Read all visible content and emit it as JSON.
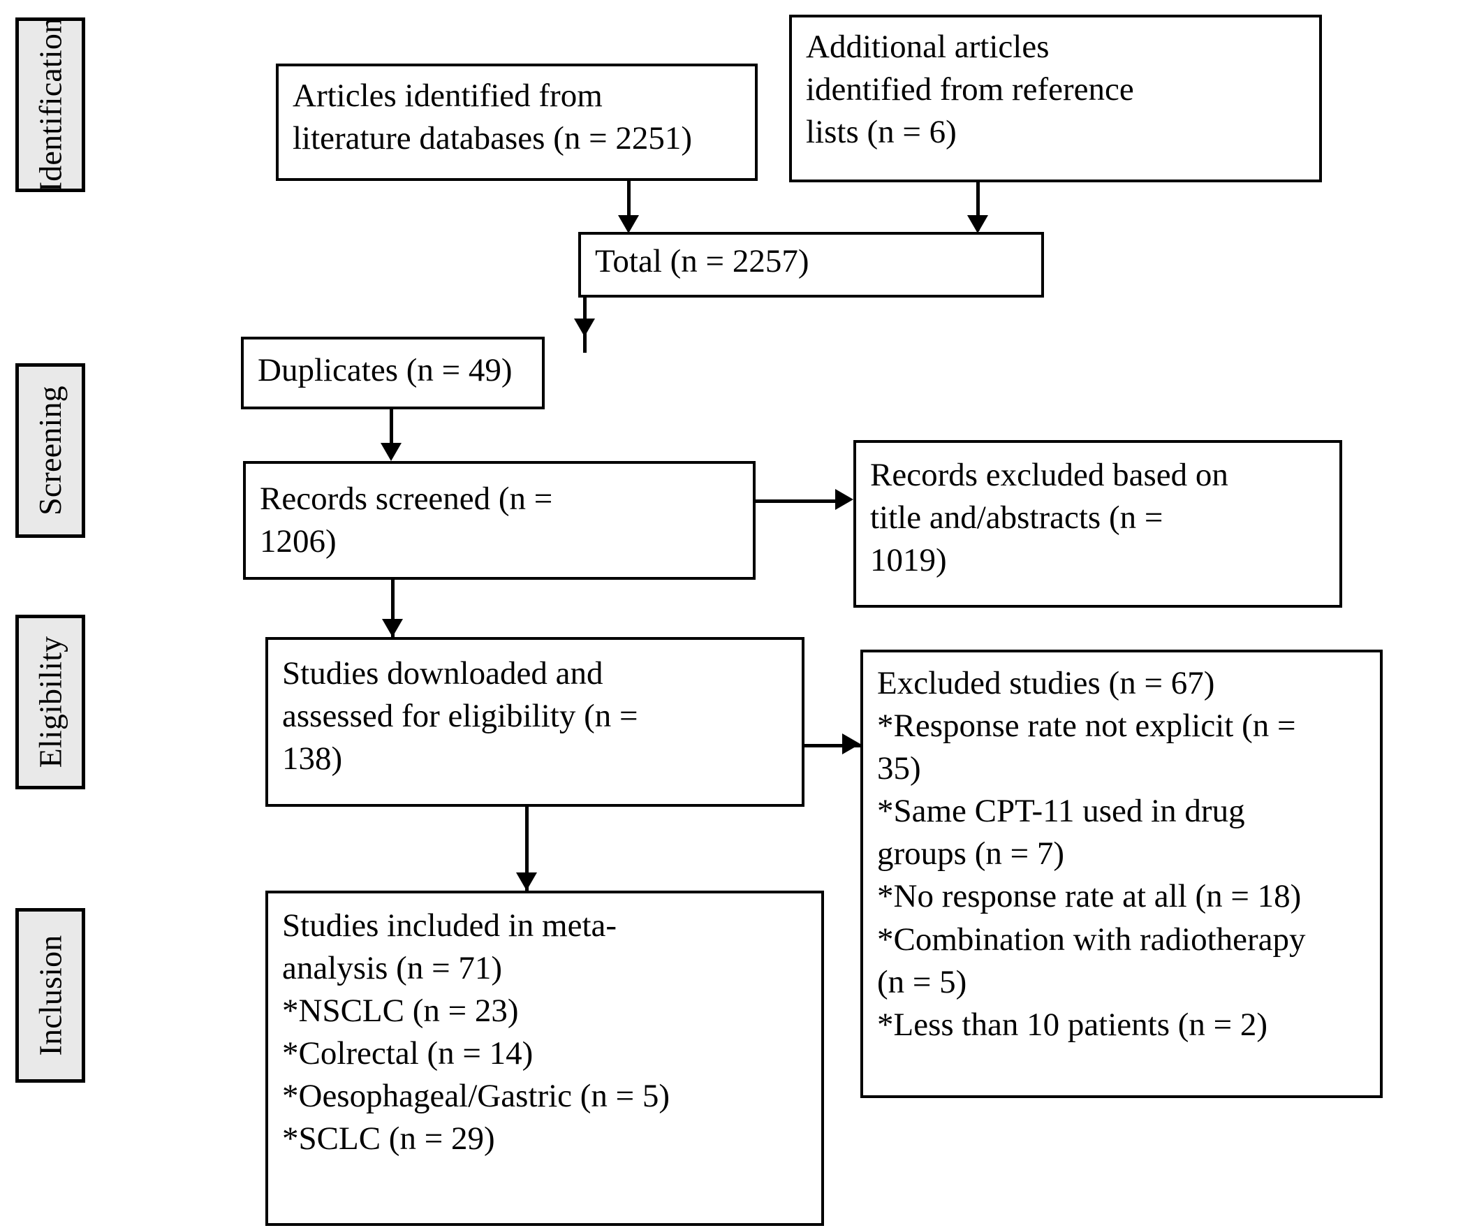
{
  "diagram": {
    "title": "PRISMA study selection flow diagram",
    "stages": [
      {
        "id": "identification",
        "label": "Identification"
      },
      {
        "id": "screening",
        "label": "Screening"
      },
      {
        "id": "eligibility",
        "label": "Eligibility"
      },
      {
        "id": "inclusion",
        "label": "Inclusion"
      }
    ],
    "nodes": {
      "articles_identified": {
        "lines": [
          "Articles identified from",
          "literature databases (n = 2251)"
        ]
      },
      "additional_articles": {
        "lines": [
          "Additional articles",
          "identified from reference",
          "lists (n = 6)"
        ]
      },
      "total": {
        "lines": [
          "Total (n = 2257)"
        ]
      },
      "duplicates": {
        "lines": [
          "Duplicates (n = 49)"
        ]
      },
      "records_screened": {
        "lines": [
          "Records screened (n =",
          "1206)"
        ]
      },
      "records_excluded": {
        "lines": [
          "Records excluded based on",
          "title and/abstracts (n =",
          "1019)"
        ]
      },
      "studies_downloaded": {
        "lines": [
          "Studies downloaded and",
          "assessed for eligibility (n =",
          "138)"
        ]
      },
      "excluded_studies": {
        "lines": [
          "Excluded studies (n = 67)",
          "*Response rate not explicit (n =",
          "35)",
          "*Same CPT-11 used in drug",
          "groups (n = 7)",
          "*No response rate at all (n = 18)",
          "*Combination with radiotherapy",
          "(n = 5)",
          "*Less than 10 patients (n = 2)"
        ]
      },
      "studies_included": {
        "lines": [
          "Studies included in meta-",
          "analysis (n = 71)",
          "*NSCLC (n = 23)",
          "*Colrectal (n = 14)",
          "*Oesophageal/Gastric (n = 5)",
          "*SCLC (n = 29)"
        ]
      }
    },
    "counts": {
      "articles_from_databases": 2251,
      "additional_from_reference_lists": 6,
      "total": 2257,
      "duplicates": 49,
      "records_screened": 1206,
      "records_excluded_title_abstract": 1019,
      "studies_assessed_for_eligibility": 138,
      "excluded_studies_total": 67,
      "excluded_response_rate_not_explicit": 35,
      "excluded_same_cpt11_in_drug_groups": 7,
      "excluded_no_response_rate": 18,
      "excluded_combination_radiotherapy": 5,
      "excluded_less_than_10_patients": 2,
      "studies_included_total": 71,
      "included_nsclc": 23,
      "included_colrectal": 14,
      "included_oesophageal_gastric": 5,
      "included_sclc": 29
    },
    "colors": {
      "stage_label_fill": "#e9e9e9",
      "node_fill": "#ffffff",
      "stroke": "#000000",
      "background": "#ffffff"
    }
  }
}
